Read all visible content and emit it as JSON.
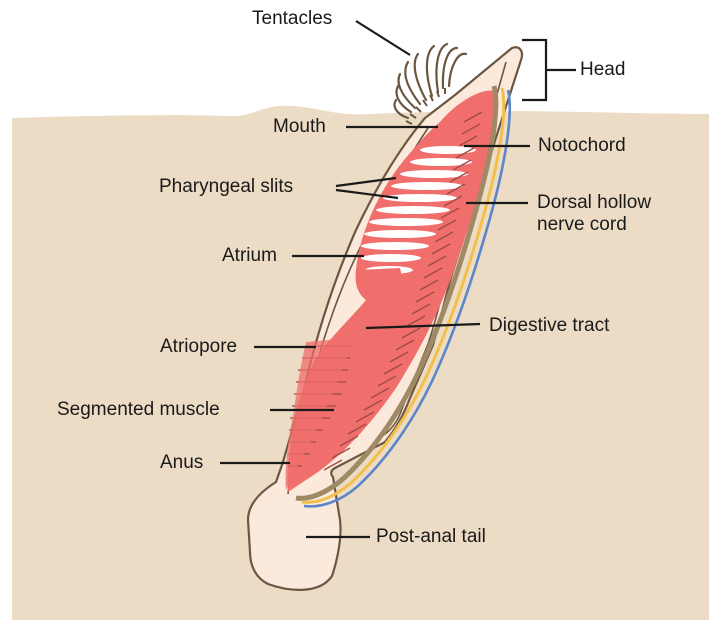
{
  "diagram": {
    "colors": {
      "sediment": "#ecdcc5",
      "body_fill": "#fbeadb",
      "body_outline": "#6b5642",
      "pharynx": "#f06f6c",
      "slits": "#ffffff",
      "notochord": "#a08a66",
      "nerve_cord_yellow": "#f2c04a",
      "nerve_cord_blue": "#5b86c9",
      "muscle_lines": "#a04a44",
      "leader_lines": "#1a1a1a"
    },
    "labels": {
      "tentacles": "Tentacles",
      "head": "Head",
      "mouth": "Mouth",
      "notochord": "Notochord",
      "pharyngeal_slits": "Pharyngeal slits",
      "dorsal_hollow_nerve_cord": "Dorsal hollow\nnerve cord",
      "atrium": "Atrium",
      "digestive_tract": "Digestive tract",
      "atriopore": "Atriopore",
      "segmented_muscle": "Segmented muscle",
      "anus": "Anus",
      "post_anal_tail": "Post-anal tail"
    }
  }
}
